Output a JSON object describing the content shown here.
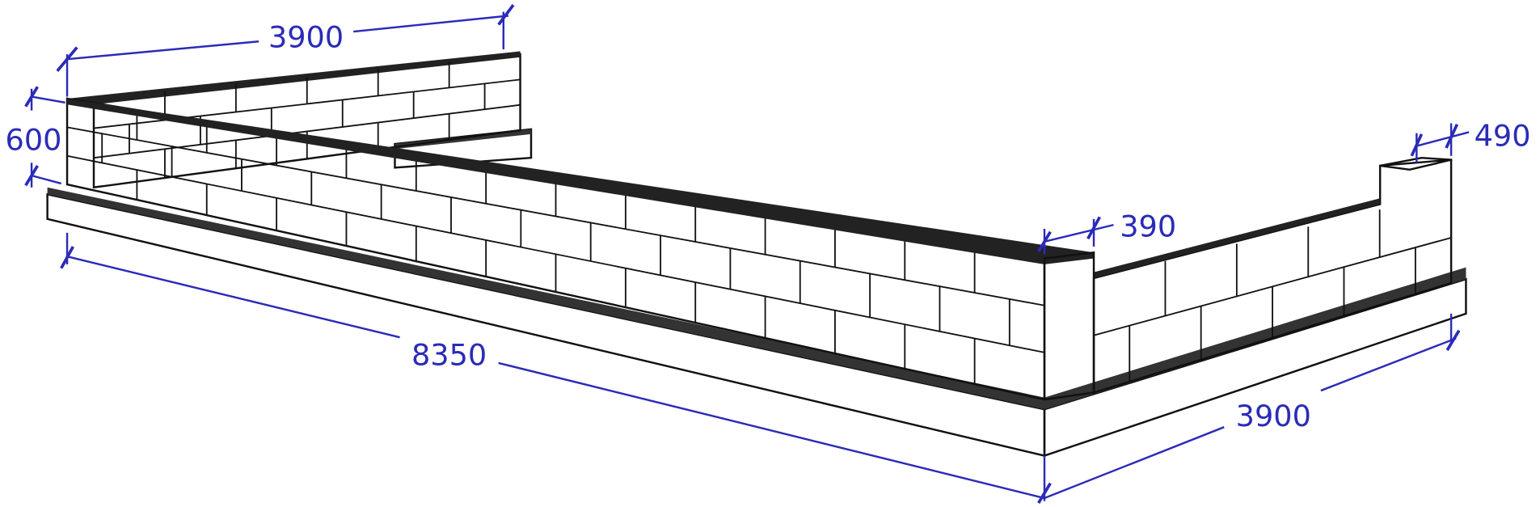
{
  "drawing": {
    "subject": "block-wall-on-strip-foundation",
    "colors": {
      "dimension": "#2b2bb8",
      "block": "#f4f4f4",
      "foundation": "#c4c4c4",
      "waterproofing": "#333333"
    },
    "dimensions": {
      "back_length": "3900",
      "wall_height": "600",
      "front_length": "8350",
      "side_length": "3900",
      "wall_thickness": "390",
      "pillar_thickness": "490"
    }
  }
}
